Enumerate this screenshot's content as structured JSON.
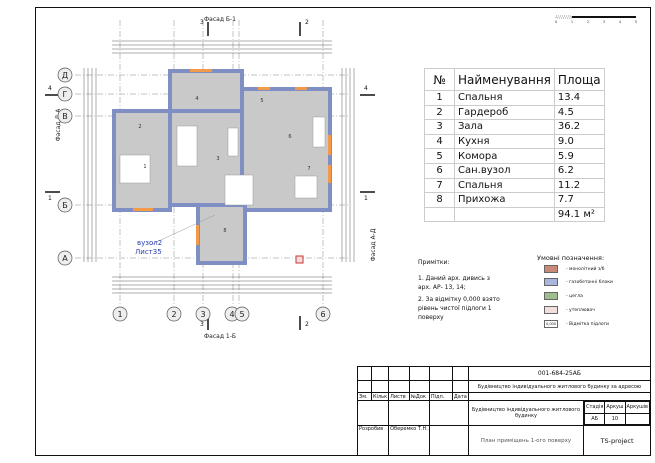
{
  "drawing": {
    "facade_top": "Фасад Б-1",
    "facade_bottom": "Фасад 1-Б",
    "facade_left": "Фасад Д-А",
    "facade_right": "Фасад А-Д",
    "section_marks": [
      "3",
      "2",
      "4",
      "1"
    ],
    "axes_vertical": [
      "1",
      "2",
      "3",
      "4",
      "5",
      "6"
    ],
    "axes_horizontal": [
      "Д",
      "Г",
      "В",
      "Б",
      "А"
    ],
    "node_ref": "вузол2",
    "node_sheet": "Лист35",
    "scale_labels": [
      "0",
      "1",
      "2",
      "3",
      "4",
      "5"
    ]
  },
  "rooms_table": {
    "headers": [
      "№",
      "Найменування",
      "Площа"
    ],
    "rows": [
      [
        "1",
        "Спальня",
        "13.4"
      ],
      [
        "2",
        "Гардероб",
        "4.5"
      ],
      [
        "3",
        "Зала",
        "36.2"
      ],
      [
        "4",
        "Кухня",
        "9.0"
      ],
      [
        "5",
        "Комора",
        "5.9"
      ],
      [
        "6",
        "Сан.вузол",
        "6.2"
      ],
      [
        "7",
        "Спальня",
        "11.2"
      ],
      [
        "8",
        "Прихожа",
        "7.7"
      ]
    ],
    "total": "94.1 м²"
  },
  "notes": {
    "title": "Примітки:",
    "items": [
      "1. Даний арх. дивись з арх. АР- 13, 14;",
      "2. За відмітку 0,000 взято рівень чистої підлоги 1 поверху"
    ]
  },
  "legend": {
    "title": "Умовні позначення:",
    "items": [
      {
        "label": "- монолітний з/б",
        "color": "#c98a7a"
      },
      {
        "label": "- газобетонні блоки",
        "color": "#a9b6dc"
      },
      {
        "label": "- цегла",
        "color": "#9fbd8f"
      },
      {
        "label": "- утеплювач",
        "color": "#f3dede"
      },
      {
        "label": "- Відмітка підлоги",
        "color": "#ffffff",
        "mark": "0,000"
      }
    ]
  },
  "title_block": {
    "code": "001-684-25АБ",
    "address": "Будівництво індивідуального житлового будинку за адресою",
    "cols": [
      "Зм.",
      "Кільк",
      "Листв",
      "№Док",
      "Підп.",
      "Дата"
    ],
    "developed_label": "Розробив",
    "developer": "Оберемко Т.Н.",
    "object": "Будівництво індивідуального житлового будинку",
    "stage_h": "Стадія",
    "sheet_h": "Аркуш",
    "sheets_h": "Аркушів",
    "stage": "АБ",
    "sheet": "10",
    "sheets": "",
    "sheet_title": "План приміщень 1-ого поверху",
    "company": "TS-project"
  }
}
